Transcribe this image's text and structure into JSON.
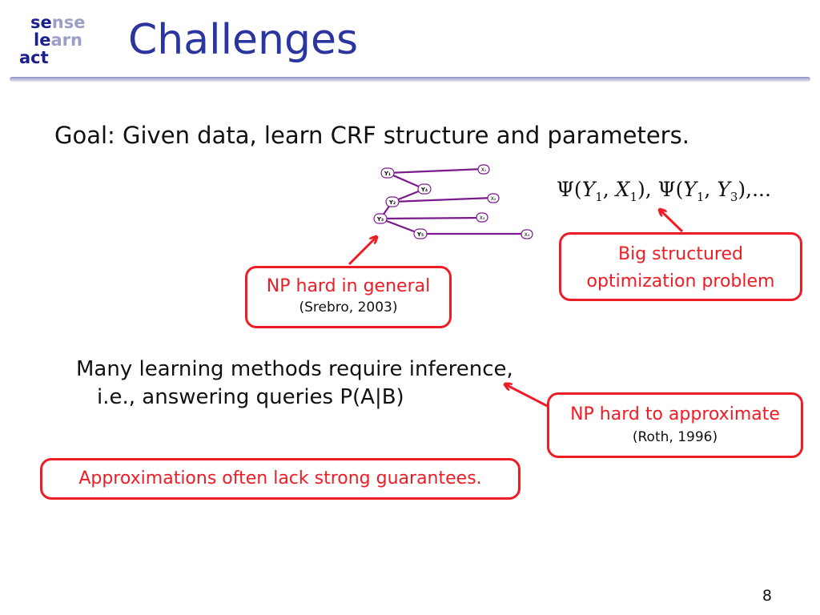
{
  "logo": {
    "line1_a": "se",
    "line1_b": "nse",
    "line2_a": "le",
    "line2_b": "arn",
    "line3_a": "act"
  },
  "slide": {
    "title": "Challenges",
    "goal": "Goal: Given data, learn CRF structure and parameters.",
    "many_line1": "Many learning methods require inference,",
    "many_line2": "i.e., answering queries P(A|B)",
    "page_number": "8"
  },
  "formula": {
    "psi1": "Ψ(",
    "y1": "Y",
    "sub1": "1",
    "comma1": ", ",
    "x1": "X",
    "sub2": "1",
    "close1": "), Ψ(",
    "y2": "Y",
    "sub3": "1",
    "comma2": ", ",
    "y3": "Y",
    "sub4": "3",
    "close2": "),..."
  },
  "callouts": {
    "np_general": {
      "main": "NP hard in general",
      "sub": "(Srebro, 2003)"
    },
    "big_structured": {
      "line1": "Big structured",
      "line2": "optimization problem"
    },
    "np_approx": {
      "main": "NP hard to approximate",
      "sub": "(Roth, 1996)"
    },
    "approximations": "Approximations often lack strong guarantees."
  },
  "graph": {
    "nodes": [
      "Y₁",
      "X₁",
      "Y₄",
      "X₂",
      "Y₂",
      "X₃",
      "Y₃",
      "Y₅",
      "X₄"
    ]
  },
  "colors": {
    "title": "#2b35a0",
    "accent_red": "#ee1c25",
    "graph_edge": "#7b1a8c"
  }
}
